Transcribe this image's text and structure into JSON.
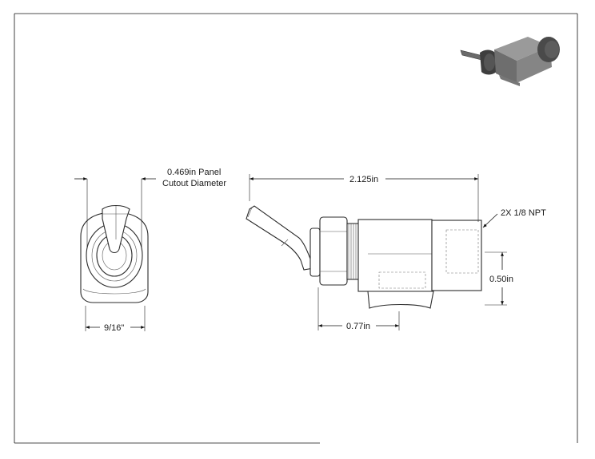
{
  "dimensions": {
    "panel_cutout_line1": "0.469in Panel",
    "panel_cutout_line2": "Cutout Diameter",
    "front_width": "9/16\"",
    "overall_length": "2.125in",
    "port_label": "2X 1/8 NPT",
    "body_height": "0.50in",
    "mount_to_body": "0.77in"
  },
  "icons": {
    "iso_view": "toggle-valve-isometric-icon"
  },
  "colors": {
    "line": "#111111",
    "iso_dark": "#4a4a4a",
    "iso_mid": "#7a7a7a",
    "iso_light": "#b5b5b5"
  }
}
